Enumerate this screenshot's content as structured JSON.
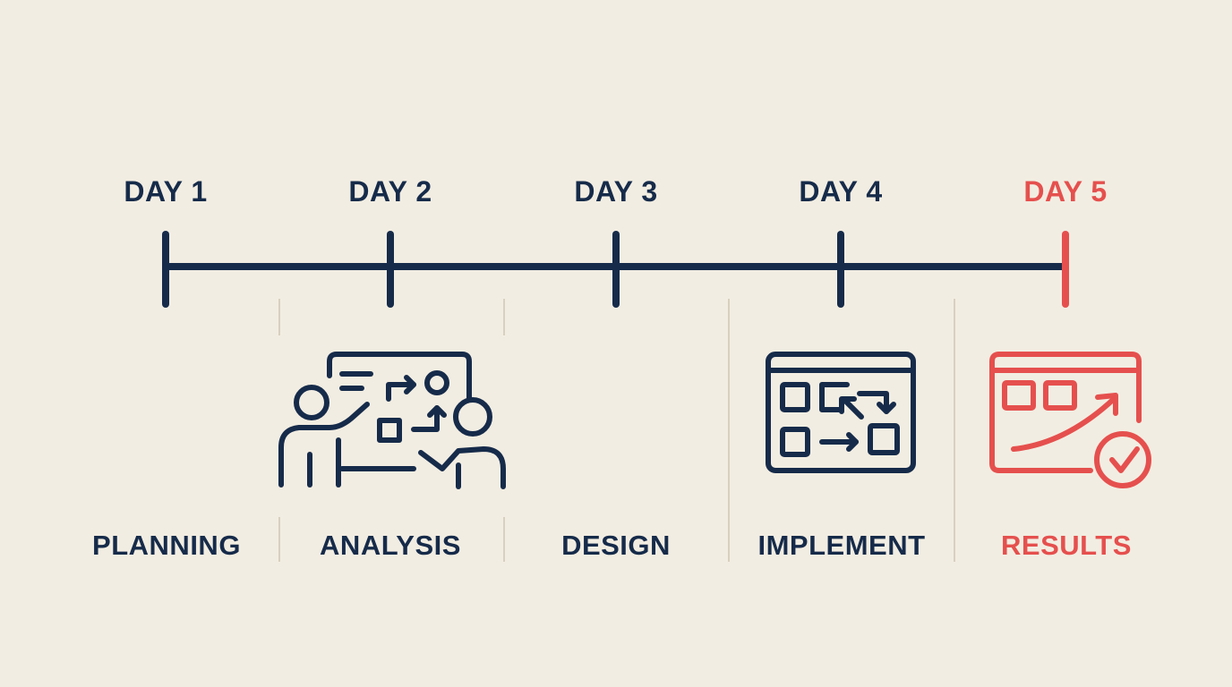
{
  "colors": {
    "background": "#f2ede2",
    "primary": "#162b4a",
    "accent": "#e5504e",
    "divider": "#d8d0bf"
  },
  "days": [
    {
      "label": "DAY 1",
      "highlight": false
    },
    {
      "label": "DAY 2",
      "highlight": false
    },
    {
      "label": "DAY 3",
      "highlight": false
    },
    {
      "label": "DAY 4",
      "highlight": false
    },
    {
      "label": "DAY 5",
      "highlight": true
    }
  ],
  "phases": [
    {
      "label": "PLANNING",
      "icon": "none",
      "highlight": false
    },
    {
      "label": "ANALYSIS",
      "icon": "team-whiteboard-icon",
      "highlight": false
    },
    {
      "label": "DESIGN",
      "icon": "none",
      "highlight": false
    },
    {
      "label": "IMPLEMENT",
      "icon": "workflow-window-icon",
      "highlight": false
    },
    {
      "label": "RESULTS",
      "icon": "growth-chart-check-icon",
      "highlight": true
    }
  ]
}
